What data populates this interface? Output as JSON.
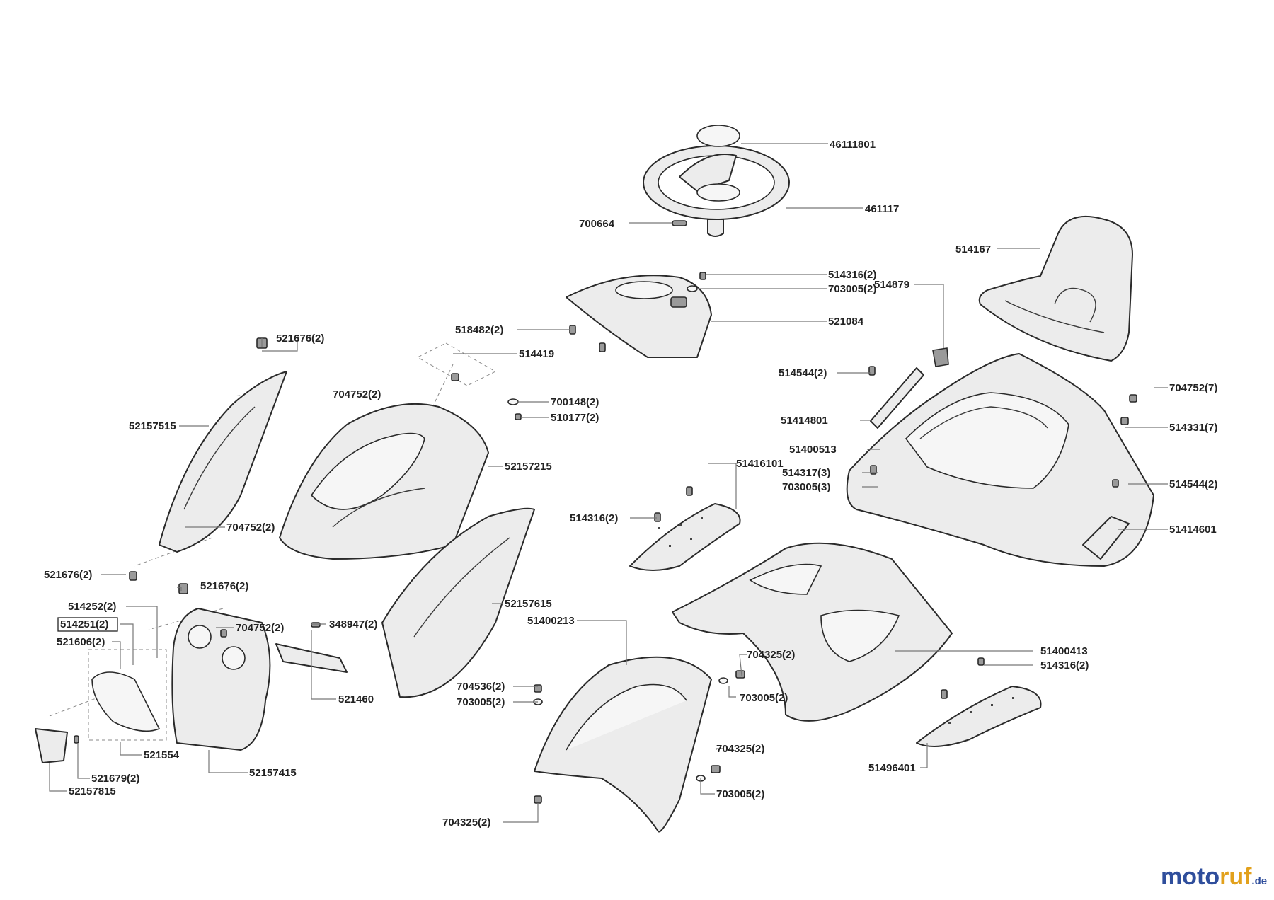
{
  "labels": [
    {
      "id": "l1",
      "text": "46111801"
    },
    {
      "id": "l2",
      "text": "461117"
    },
    {
      "id": "l3",
      "text": "700664"
    },
    {
      "id": "l4",
      "text": "514167"
    },
    {
      "id": "l5",
      "text": "514316(2)"
    },
    {
      "id": "l6",
      "text": "703005(2)"
    },
    {
      "id": "l7",
      "text": "514879"
    },
    {
      "id": "l8",
      "text": "521084"
    },
    {
      "id": "l9",
      "text": "518482(2)"
    },
    {
      "id": "l10",
      "text": "514419"
    },
    {
      "id": "l11",
      "text": "521676(2)"
    },
    {
      "id": "l12",
      "text": "704752(2)"
    },
    {
      "id": "l13",
      "text": "700148(2)"
    },
    {
      "id": "l14",
      "text": "510177(2)"
    },
    {
      "id": "l15",
      "text": "52157515"
    },
    {
      "id": "l16",
      "text": "52157215"
    },
    {
      "id": "l17",
      "text": "514544(2)"
    },
    {
      "id": "l18",
      "text": "51414801"
    },
    {
      "id": "l19",
      "text": "704752(7)"
    },
    {
      "id": "l20",
      "text": "514331(7)"
    },
    {
      "id": "l21",
      "text": "51400513"
    },
    {
      "id": "l22",
      "text": "51416101"
    },
    {
      "id": "l23",
      "text": "514317(3)"
    },
    {
      "id": "l24",
      "text": "703005(3)"
    },
    {
      "id": "l25",
      "text": "514544(2)"
    },
    {
      "id": "l26",
      "text": "514316(2)"
    },
    {
      "id": "l27",
      "text": "704752(2)"
    },
    {
      "id": "l28",
      "text": "51414601"
    },
    {
      "id": "l29",
      "text": "521676(2)"
    },
    {
      "id": "l30",
      "text": "521676(2)"
    },
    {
      "id": "l31",
      "text": "514252(2)"
    },
    {
      "id": "l32",
      "text": "514251(2)"
    },
    {
      "id": "l33",
      "text": "521606(2)"
    },
    {
      "id": "l34",
      "text": "704752(2)"
    },
    {
      "id": "l35",
      "text": "348947(2)"
    },
    {
      "id": "l36",
      "text": "52157615"
    },
    {
      "id": "l37",
      "text": "51400213"
    },
    {
      "id": "l38",
      "text": "51400413"
    },
    {
      "id": "l39",
      "text": "514316(2)"
    },
    {
      "id": "l40",
      "text": "704325(2)"
    },
    {
      "id": "l41",
      "text": "704536(2)"
    },
    {
      "id": "l42",
      "text": "703005(2)"
    },
    {
      "id": "l43",
      "text": "703005(2)"
    },
    {
      "id": "l44",
      "text": "521460"
    },
    {
      "id": "l45",
      "text": "521554"
    },
    {
      "id": "l46",
      "text": "52157415"
    },
    {
      "id": "l47",
      "text": "521679(2)"
    },
    {
      "id": "l48",
      "text": "52157815"
    },
    {
      "id": "l49",
      "text": "704325(2)"
    },
    {
      "id": "l50",
      "text": "703005(2)"
    },
    {
      "id": "l51",
      "text": "51496401"
    },
    {
      "id": "l52",
      "text": "704325(2)"
    }
  ],
  "watermark": {
    "part1": "moto",
    "part2": "ruf",
    "suffix": ".de"
  }
}
